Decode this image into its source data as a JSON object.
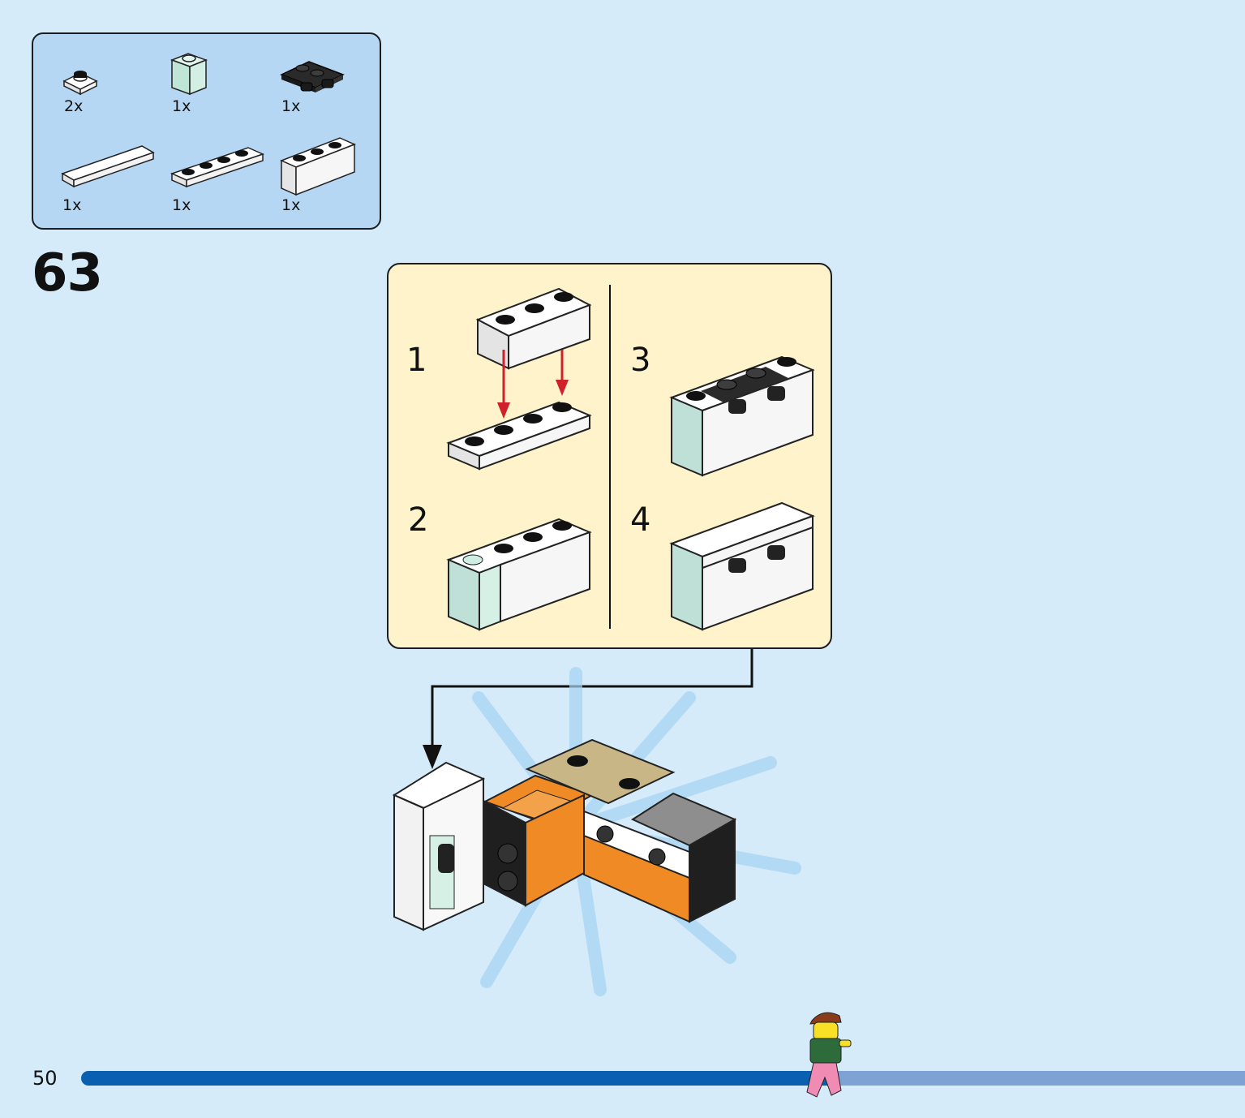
{
  "parts_list": [
    {
      "qty": "2x",
      "icon": "white-plate-1x1-icon"
    },
    {
      "qty": "1x",
      "icon": "mint-brick-1x1-icon"
    },
    {
      "qty": "1x",
      "icon": "black-plate-with-clips-icon"
    },
    {
      "qty": "1x",
      "icon": "white-tile-1x4-icon"
    },
    {
      "qty": "1x",
      "icon": "white-plate-1x4-icon"
    },
    {
      "qty": "1x",
      "icon": "white-brick-1x3-icon"
    }
  ],
  "step_number": "63",
  "sub_steps": [
    {
      "label": "1"
    },
    {
      "label": "2"
    },
    {
      "label": "3"
    },
    {
      "label": "4"
    }
  ],
  "page_number": "50",
  "progress": {
    "fraction": 0.65
  },
  "colors": {
    "background": "#d5ebfa",
    "parts_box": "#b5d7f3",
    "sub_box": "#fff3cc",
    "progress_fill": "#0b5fb0",
    "progress_track": "#7fa2d4",
    "arrow": "#d0202a"
  }
}
